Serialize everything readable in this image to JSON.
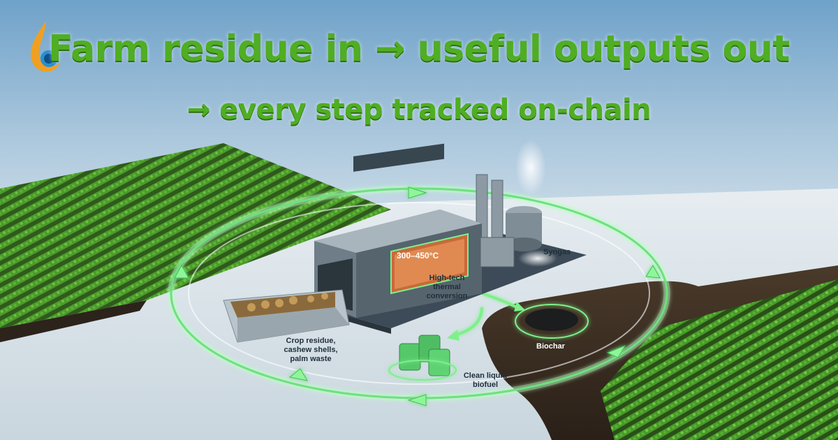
{
  "headline": {
    "line1": "Farm residue in → useful outputs out",
    "line2": "→ every step tracked on-chain"
  },
  "labels": {
    "temperature": "300–450°C",
    "conversion_line1": "High-tech",
    "conversion_line2": "thermal",
    "conversion_line3": "conversion",
    "syngas": "Syngas",
    "biochar": "Biochar",
    "input_line1": "Crop residue,",
    "input_line2": "cashew shells,",
    "input_line3": "palm waste",
    "biofuel_line1": "Clean liquid",
    "biofuel_line2": "biofuel"
  },
  "colors": {
    "headline_green": "#4fae22",
    "loop_glow": "#7ef08a",
    "sky_top": "#6fa2c9",
    "field_green": "#3f8f2a"
  },
  "icons": [
    "flame-drop-logo-icon"
  ]
}
